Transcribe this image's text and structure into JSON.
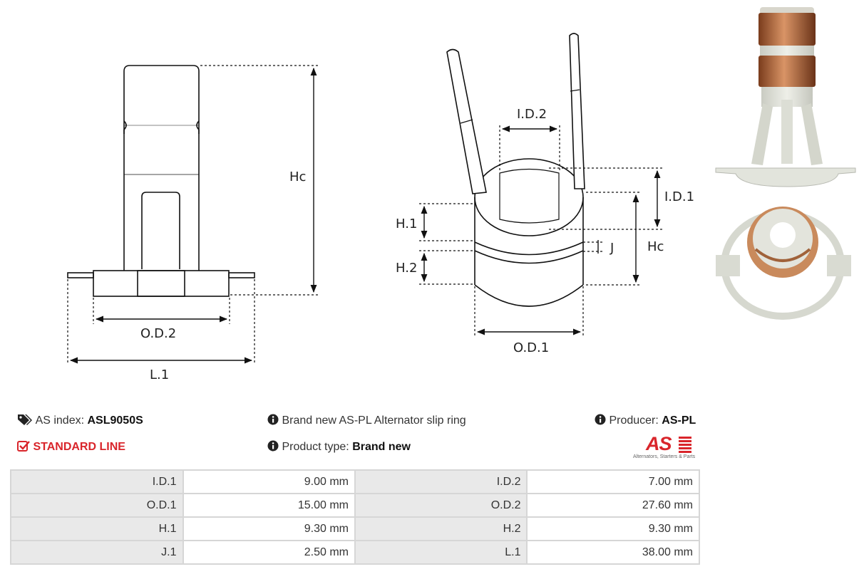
{
  "diagram": {
    "side_view": {
      "hc": "Hc",
      "od2": "O.D.2",
      "l1": "L.1"
    },
    "ring_view": {
      "id2": "I.D.2",
      "id1": "I.D.1",
      "h1": "H.1",
      "h2": "H.2",
      "j": "J",
      "hc": "Hc",
      "od1": "O.D.1"
    }
  },
  "info": {
    "as_index_label": "AS index:",
    "as_index_value": "ASL9050S",
    "line_label": "STANDARD LINE",
    "description": "Brand new AS-PL Alternator slip ring",
    "product_type_label": "Product type:",
    "product_type_value": "Brand new",
    "producer_label": "Producer:",
    "producer_value": "AS-PL",
    "logo_text": "AS",
    "logo_tagline": "Alternators, Starters & Parts"
  },
  "specs": [
    [
      {
        "label": "I.D.1",
        "value": "9.00 mm"
      },
      {
        "label": "I.D.2",
        "value": "7.00 mm"
      }
    ],
    [
      {
        "label": "O.D.1",
        "value": "15.00 mm"
      },
      {
        "label": "O.D.2",
        "value": "27.60 mm"
      }
    ],
    [
      {
        "label": "H.1",
        "value": "9.30 mm"
      },
      {
        "label": "H.2",
        "value": "9.30 mm"
      }
    ],
    [
      {
        "label": "J.1",
        "value": "2.50 mm"
      },
      {
        "label": "L.1",
        "value": "38.00 mm"
      }
    ]
  ]
}
